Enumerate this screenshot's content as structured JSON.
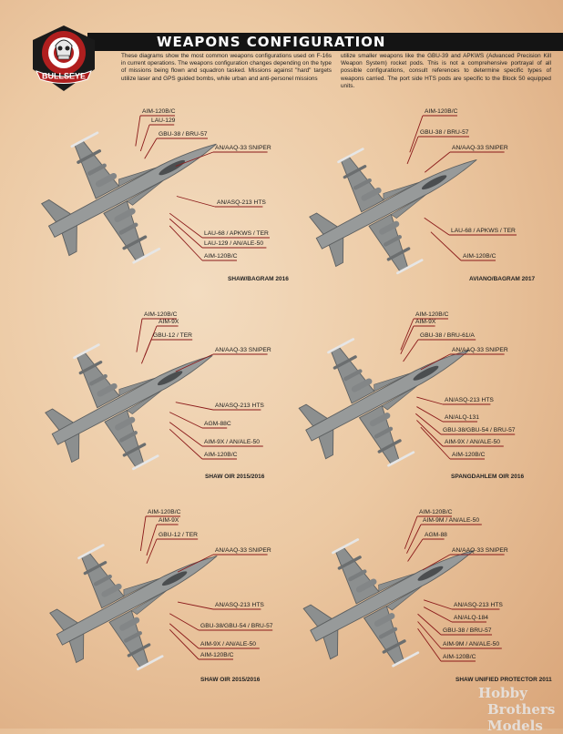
{
  "header": {
    "title": "WEAPONS CONFIGURATION"
  },
  "logo": {
    "text": "BULLSEYE"
  },
  "intro": {
    "col1": "These diagrams show the most common weapons configurations used on F-16s in current operations. The weapons configuration changes depending on the type of missions being flown and squadron tasked. Missions against \"hard\" targets utilize laser and GPS guided bombs, while urban and anti-personel missions",
    "col2": "utilize smaller weapons like the GBU-39 and APKWS (Advanced Precision Kill Weapon System) rocket pods. This is not a comprehensive portrayal of all possible configurations, consult references to determine specific types of weapons carried. The port side HTS pods are specific to the Block 50 equipped units."
  },
  "diagrams": [
    {
      "caption": "SHAW/BAGRAM 2016",
      "labels": [
        "AIM-120B/C",
        "LAU-129",
        "GBU-38 / BRU-57",
        "AN/AAQ-33 SNIPER",
        "AN/ASQ-213 HTS",
        "LAU-68 / APKWS / TER",
        "LAU-129 / AN/ALE-50",
        "AIM-120B/C"
      ]
    },
    {
      "caption": "AVIANO/BAGRAM 2017",
      "labels": [
        "AIM-120B/C",
        "GBU-38 / BRU-57",
        "AN/AAQ-33 SNIPER",
        "LAU-68 / APKWS / TER",
        "AIM-120B/C"
      ]
    },
    {
      "caption": "SHAW OIR 2015/2016",
      "labels": [
        "AIM-120B/C",
        "AIM-9X",
        "GBU-12 / TER",
        "AN/AAQ-33 SNIPER",
        "AN/ASQ-213 HTS",
        "AGM-88C",
        "AIM-9X / AN/ALE-50",
        "AIM-120B/C"
      ]
    },
    {
      "caption": "SPANGDAHLEM OIR 2016",
      "labels": [
        "AIM-120B/C",
        "AIM-9X",
        "GBU-38 / BRU-61/A",
        "AN/AAQ-33 SNIPER",
        "AN/ASQ-213 HTS",
        "AN/ALQ-131",
        "GBU-38/GBU-54 / BRU-57",
        "AIM-9X / AN/ALE-50",
        "AIM-120B/C"
      ]
    },
    {
      "caption": "SHAW OIR 2015/2016",
      "labels": [
        "AIM-120B/C",
        "AIM-9X",
        "GBU-12 / TER",
        "AN/AAQ-33 SNIPER",
        "AN/ASQ-213 HTS",
        "GBU-38/GBU-54 / BRU-57",
        "AIM-9X / AN/ALE-50",
        "AIM-120B/C"
      ]
    },
    {
      "caption": "SHAW UNIFIED PROTECTOR 2011",
      "labels": [
        "AIM-120B/C",
        "AIM-9M / AN/ALE-50",
        "AGM-88",
        "AN/AAQ-33 SNIPER",
        "AN/ASQ-213 HTS",
        "AN/ALQ-184",
        "GBU-38 / BRU-57",
        "AIM-9M / AN/ALE-50",
        "AIM-120B/C"
      ]
    }
  ],
  "watermark": {
    "line1": "Hobby",
    "line2": "Brothers Models"
  },
  "colors": {
    "background": "#ecc9a3",
    "header_bar": "#141414",
    "leader_line": "#8b1a1a",
    "aircraft": "#8c8f8f",
    "logo_red": "#b01f1f"
  }
}
